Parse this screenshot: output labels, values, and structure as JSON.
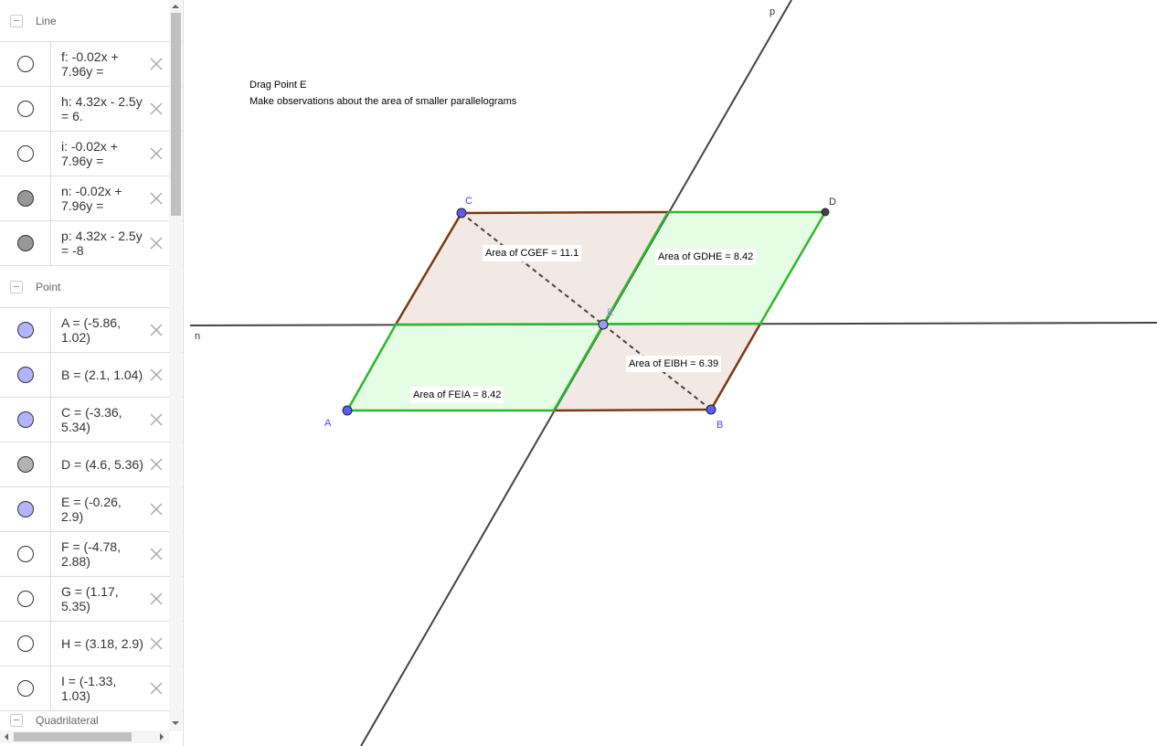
{
  "algebra": {
    "groups": [
      {
        "label": "Line",
        "items": [
          {
            "text": "f: -0.02x + 7.96y = ",
            "fill": "#ffffff"
          },
          {
            "text": "h: 4.32x - 2.5y = 6.",
            "fill": "#ffffff"
          },
          {
            "text": "i: -0.02x + 7.96y = ",
            "fill": "#ffffff"
          },
          {
            "text": "n: -0.02x + 7.96y = ",
            "fill": "#999999"
          },
          {
            "text": "p: 4.32x - 2.5y = -8",
            "fill": "#999999"
          }
        ]
      },
      {
        "label": "Point",
        "items": [
          {
            "text": "A = (-5.86, 1.02)",
            "fill": "#b3b3ff"
          },
          {
            "text": "B = (2.1, 1.04)",
            "fill": "#b3b3ff"
          },
          {
            "text": "C = (-3.36, 5.34)",
            "fill": "#b3b3ff"
          },
          {
            "text": "D = (4.6, 5.36)",
            "fill": "#b3b3b3"
          },
          {
            "text": "E = (-0.26, 2.9)",
            "fill": "#b3b3ff"
          },
          {
            "text": "F = (-4.78, 2.88)",
            "fill": "#ffffff"
          },
          {
            "text": "G = (1.17, 5.35)",
            "fill": "#ffffff"
          },
          {
            "text": "H = (3.18, 2.9)",
            "fill": "#ffffff"
          },
          {
            "text": "I = (-1.33, 1.03)",
            "fill": "#ffffff"
          }
        ]
      },
      {
        "label": "Quadrilateral",
        "items": []
      }
    ]
  },
  "graphics": {
    "instructions": [
      "Drag Point E",
      "Make observations about the area of smaller parallelograms"
    ],
    "labels": {
      "A": "A",
      "B": "B",
      "C": "C",
      "D": "D",
      "E": "E",
      "n": "n",
      "p": "p"
    },
    "areas": {
      "CGEF": "Area of  CGEF = 11.1",
      "GDHE": "Area of  GDHE = 8.42",
      "FEIA": "Area of  FEIA = 8.42",
      "EIBH": "Area of  EIBH = 6.39"
    },
    "colors": {
      "green": "#2db82d",
      "brown": "#7a3a12",
      "pink": "#f3e9e4",
      "lightgreen": "#e5fde5",
      "point": "#5c5cff"
    }
  }
}
